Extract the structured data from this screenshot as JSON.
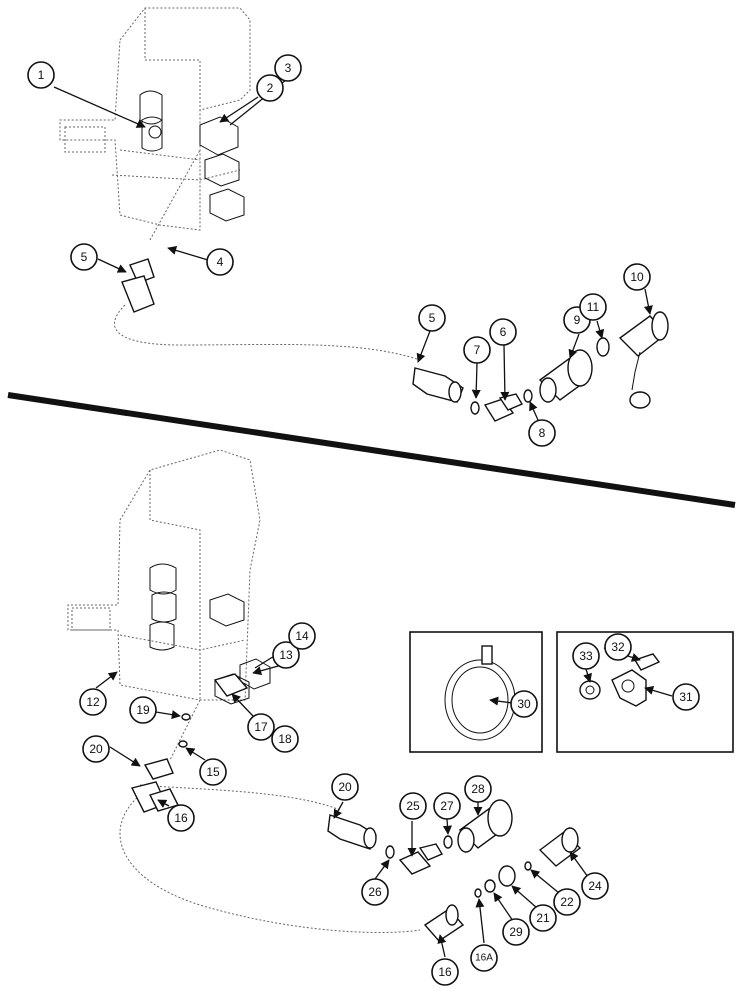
{
  "callouts": [
    "1",
    "2",
    "3",
    "4",
    "5",
    "5",
    "6",
    "7",
    "8",
    "9",
    "10",
    "11",
    "12",
    "13",
    "14",
    "15",
    "16",
    "16",
    "16A",
    "17",
    "18",
    "19",
    "20",
    "20",
    "21",
    "22",
    "24",
    "25",
    "26",
    "27",
    "28",
    "29",
    "30",
    "31",
    "32",
    "33"
  ]
}
